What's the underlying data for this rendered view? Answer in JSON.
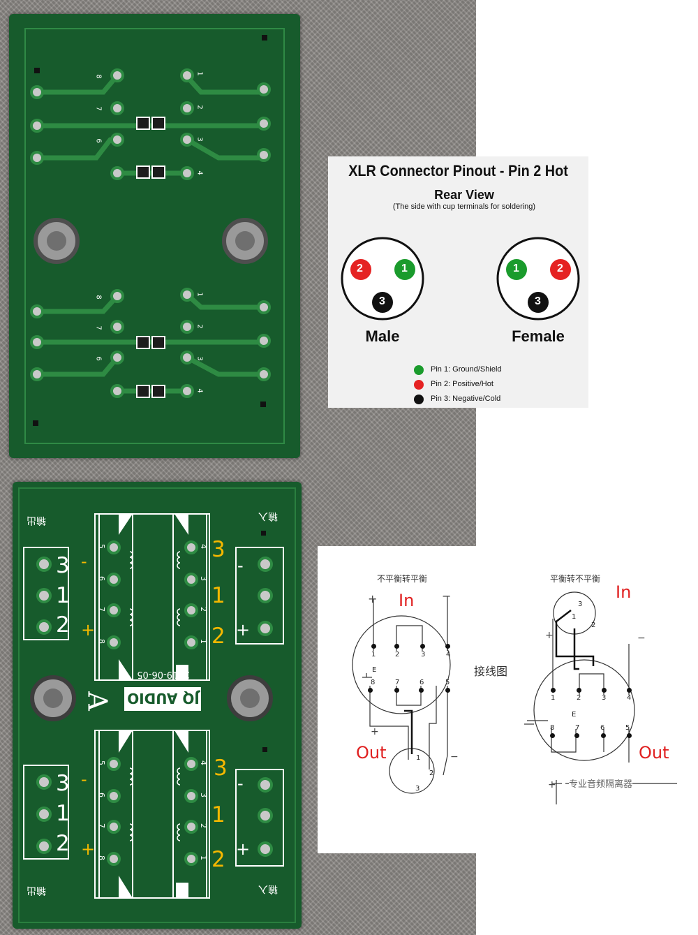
{
  "xlr_diagram": {
    "title": "XLR Connector Pinout - Pin 2 Hot",
    "subtitle": "Rear View",
    "note": "(The side with cup terminals for soldering)",
    "male_label": "Male",
    "female_label": "Female",
    "male_pins": [
      "2",
      "1",
      "3"
    ],
    "female_pins": [
      "1",
      "2",
      "3"
    ],
    "legend": [
      {
        "text": "Pin 1: Ground/Shield",
        "color": "#1a9b2c"
      },
      {
        "text": "Pin 2: Positive/Hot",
        "color": "#e52222"
      },
      {
        "text": "Pin 3: Negative/Cold",
        "color": "#111111"
      }
    ]
  },
  "pcb": {
    "brand": "JQ AUDIO",
    "date": "2019-06-05",
    "letter": "A",
    "silk_left": "输出",
    "silk_right": "输入",
    "bobbin_pins_left": [
      "5",
      "6",
      "7",
      "8"
    ],
    "bobbin_pins_right": [
      "4",
      "3",
      "2",
      "1"
    ],
    "back_pins_left": [
      "8",
      "7",
      "6"
    ],
    "back_pins_right": [
      "1",
      "2",
      "3"
    ],
    "back_pin_4": "4"
  },
  "annotations": {
    "left_white": [
      "3",
      "1",
      "2"
    ],
    "left_yellow": [
      "-",
      "+"
    ],
    "right_yellow": [
      "3",
      "1",
      "2"
    ],
    "right_white": [
      "-",
      "+"
    ]
  },
  "wiring_diagram": {
    "left_title": "不平衡转平衡",
    "right_title": "平衡转不平衡",
    "center_label": "接线图",
    "footer_label": "专业音频隔离器",
    "in_label": "In",
    "out_label": "Out",
    "plus": "+",
    "minus": "−",
    "top_pins": [
      "1",
      "2",
      "3",
      "4"
    ],
    "bottom_pins": [
      "8",
      "7",
      "6",
      "5"
    ],
    "e_label": "E",
    "xlr_pins": [
      "1",
      "2",
      "3"
    ]
  },
  "colors": {
    "pcb_green": "#175b2c",
    "annotation_yellow": "#f5b800",
    "label_red": "#e02020"
  }
}
